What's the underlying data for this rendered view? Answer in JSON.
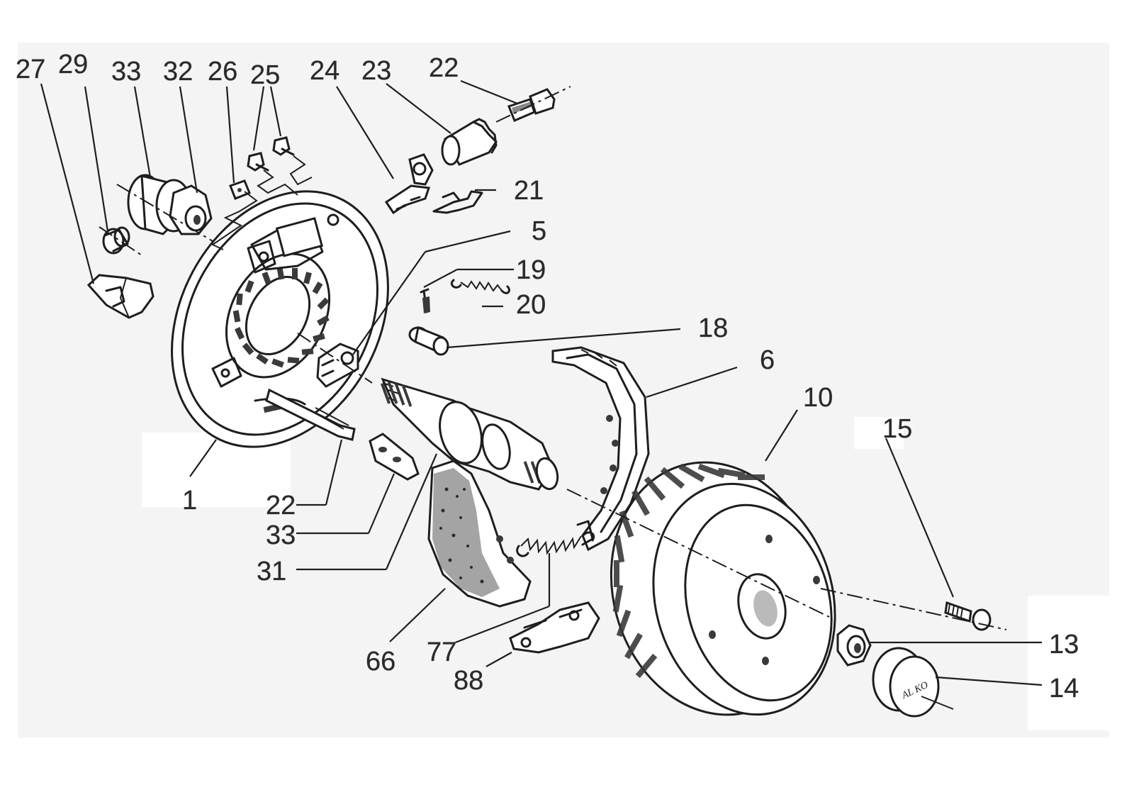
{
  "labels": {
    "l27": "27",
    "l29": "29",
    "l33": "33",
    "l32": "32",
    "l26": "26",
    "l25": "25",
    "l24": "24",
    "l23": "23",
    "l22top": "22",
    "l21": "21",
    "l5": "5",
    "l19": "19",
    "l20": "20",
    "l18": "18",
    "l6top": "6",
    "l10": "10",
    "l15": "15",
    "l1": "1",
    "l22": "22",
    "l3": "33",
    "l31": "31",
    "l6": "66",
    "l7": "77",
    "l8": "88",
    "l13": "13",
    "l14": "14"
  },
  "cap_text": "AL KO"
}
